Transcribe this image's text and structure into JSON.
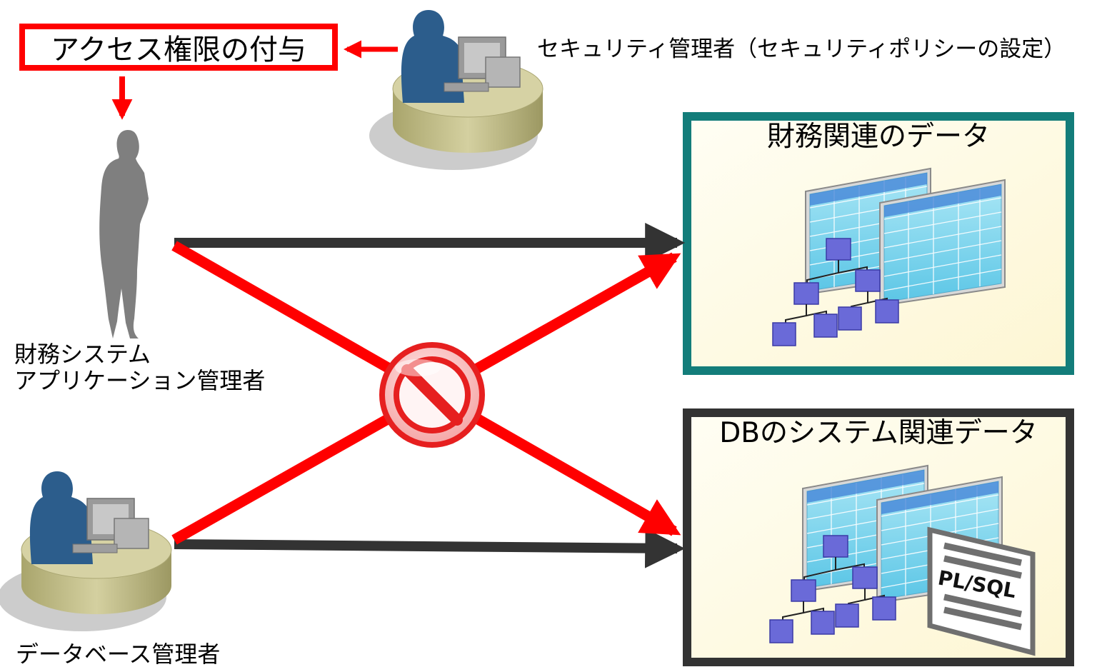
{
  "access_box": {
    "label": "アクセス権限の付与"
  },
  "actors": {
    "security_admin": {
      "label": "セキュリティ管理者（セキュリティポリシーの設定）"
    },
    "finance_app_admin": {
      "label_line1": "財務システム",
      "label_line2": "アプリケーション管理者"
    },
    "db_admin": {
      "label": "データベース管理者"
    }
  },
  "targets": {
    "finance_data": {
      "title": "財務関連のデータ",
      "border_color": "#137d7a"
    },
    "db_system_data": {
      "title": "DBのシステム関連データ",
      "border_color": "#333333",
      "doc_label": "PL/SQL"
    }
  },
  "colors": {
    "allowed_arrow": "#333333",
    "denied_arrow": "#ff0000",
    "panel_bg": "#fffbe0",
    "person": "#7f7f7f",
    "admin_person": "#2c5d8c",
    "desk": "#c9c48e"
  },
  "icons": {
    "prohibited": "no-entry-icon"
  }
}
